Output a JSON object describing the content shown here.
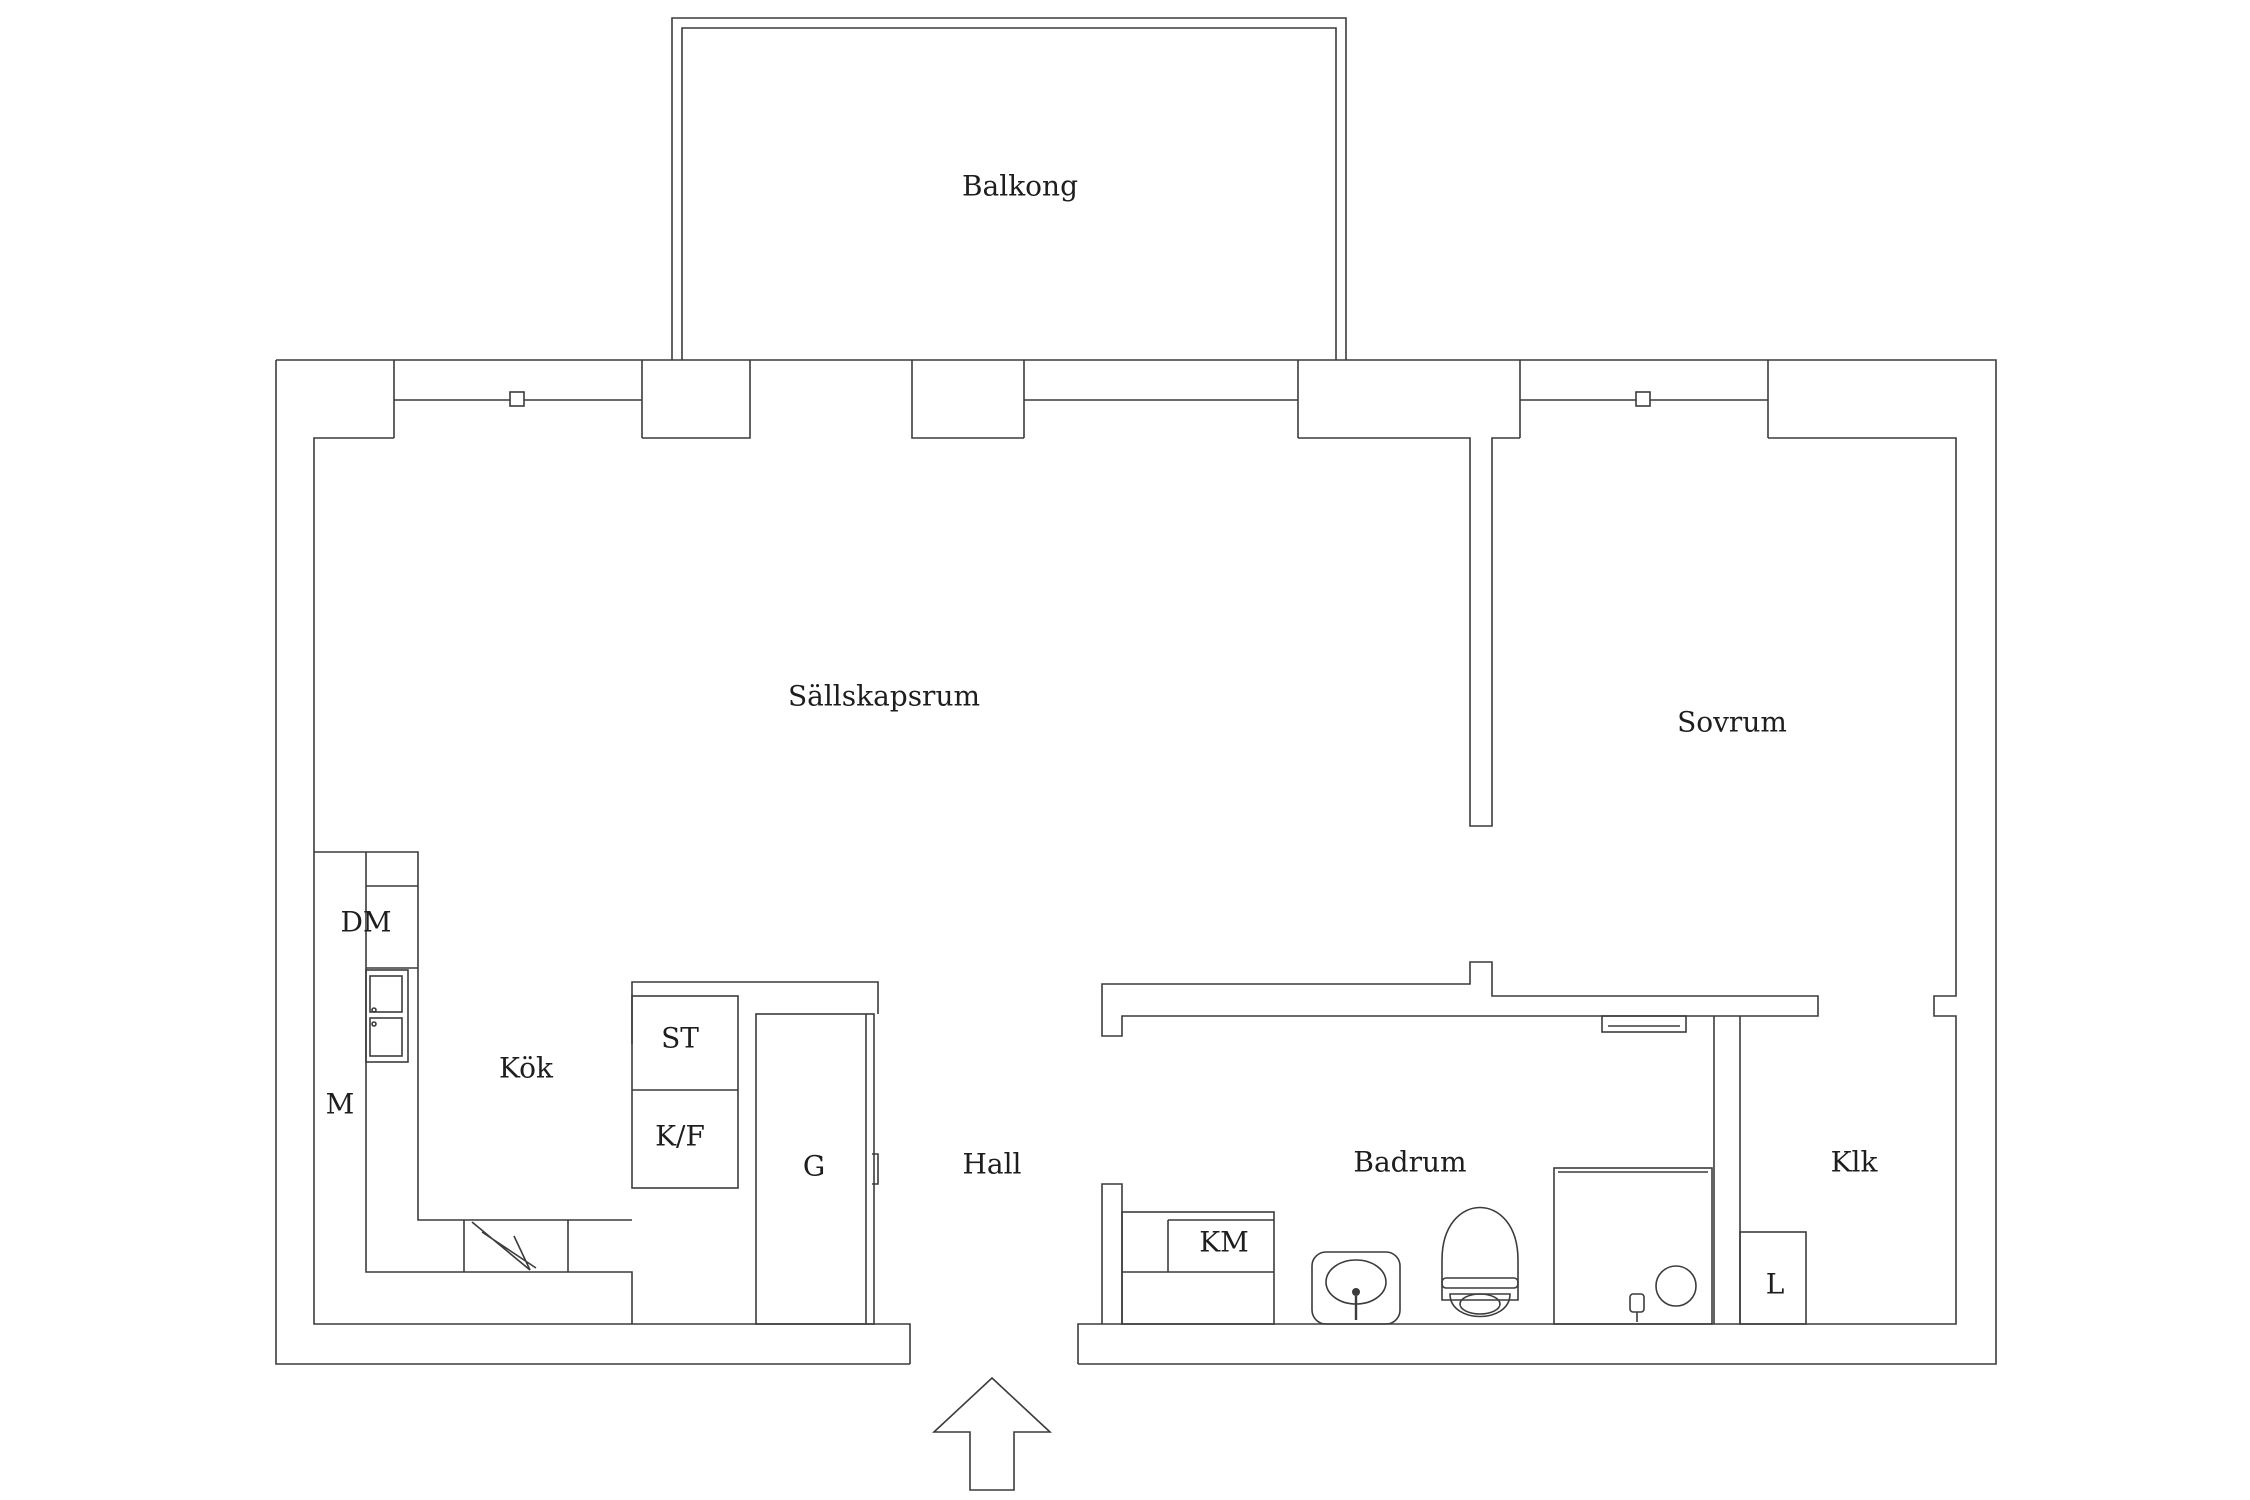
{
  "rooms": {
    "balcony": "Balkong",
    "living_room": "Sällskapsrum",
    "bedroom": "Sovrum",
    "kitchen": "Kök",
    "hall": "Hall",
    "bathroom": "Badrum",
    "closet": "Klk"
  },
  "fixtures": {
    "dishwasher": "DM",
    "microwave": "M",
    "stove": "ST",
    "fridge_freezer": "K/F",
    "wardrobe": "G",
    "washing_machine": "KM",
    "linen_cabinet": "L"
  },
  "colors": {
    "line": "#3c3c3c",
    "background": "#ffffff"
  }
}
